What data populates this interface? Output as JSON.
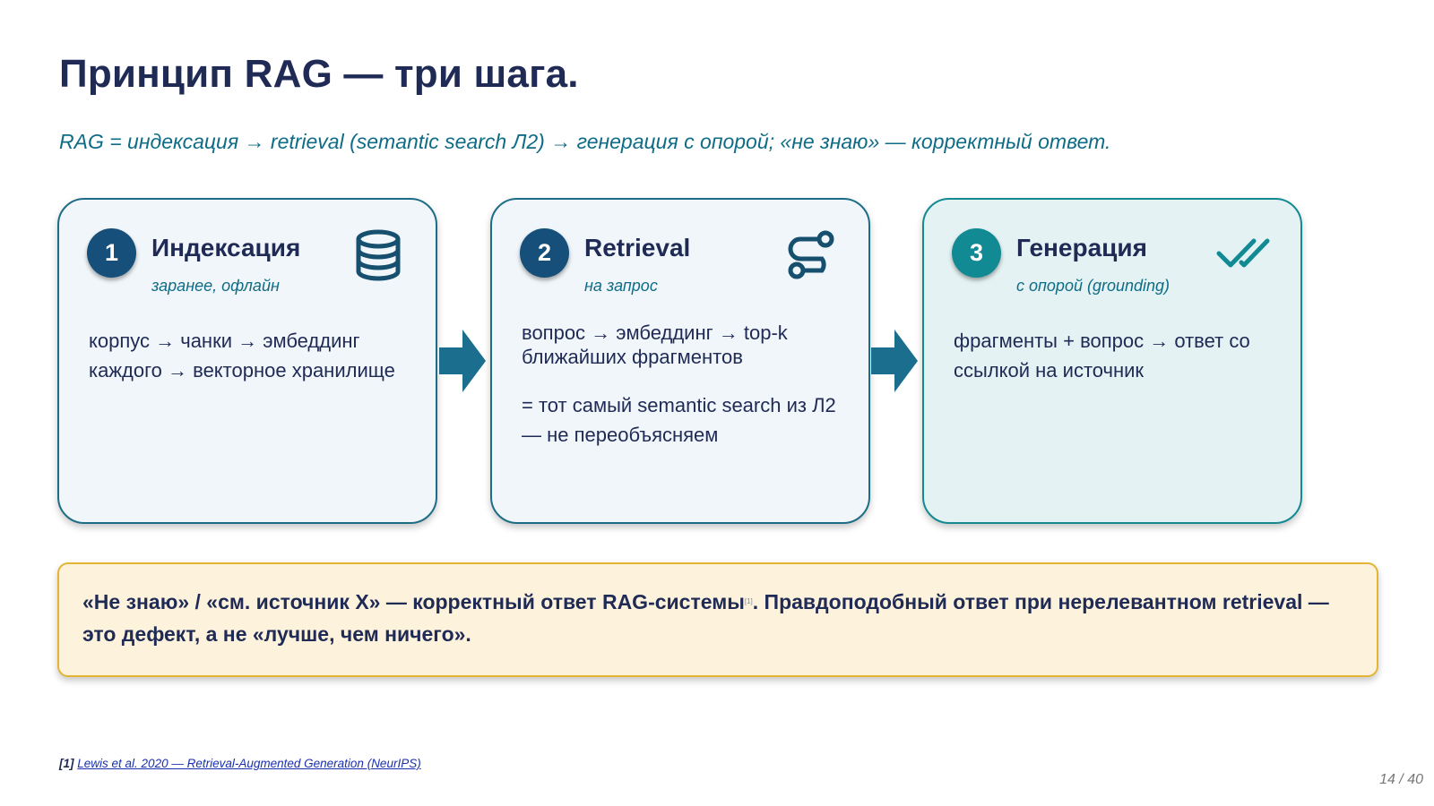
{
  "slide": {
    "title": "Принцип RAG — три шага.",
    "subtitle": "RAG = индексация → retrieval (semantic search Л2) → генерация с опорой; «не знаю» — корректный ответ."
  },
  "steps": [
    {
      "number": "1",
      "title": "Индексация",
      "subtitle": "заранее, офлайн",
      "icon": "database-icon",
      "body": [
        "корпус → чанки → эмбеддинг каждого → векторное хранилище"
      ]
    },
    {
      "number": "2",
      "title": "Retrieval",
      "subtitle": "на запрос",
      "icon": "route-icon",
      "body": [
        "вопрос → эмбеддинг → top-k ближайших фрагментов",
        "= тот самый semantic search из Л2 — не переобъясняем"
      ]
    },
    {
      "number": "3",
      "title": "Генерация",
      "subtitle": "с опорой (grounding)",
      "icon": "double-check-icon",
      "body": [
        "фрагменты + вопрос → ответ со ссылкой на источник"
      ]
    }
  ],
  "callout": {
    "text_part1": "«Не знаю» / «см. источник X» — корректный ответ RAG-системы",
    "citation": "[1]",
    "text_part2": ". Правдоподобный ответ при нерелевантном retrieval — это дефект, а не «лучше, чем ничего»."
  },
  "footnote": {
    "number": "[1]",
    "link_text": "Lewis et al. 2020 — Retrieval-Augmented Generation (NeurIPS)"
  },
  "page_number": "14 / 40",
  "colors": {
    "navy": "#1f2a55",
    "teal": "#0f6c86",
    "step_badge": "#16507a",
    "step3_badge": "#118a94",
    "arrow": "#1b6e8d",
    "callout_border": "#e3b532",
    "callout_bg": "#fdf3dd"
  }
}
